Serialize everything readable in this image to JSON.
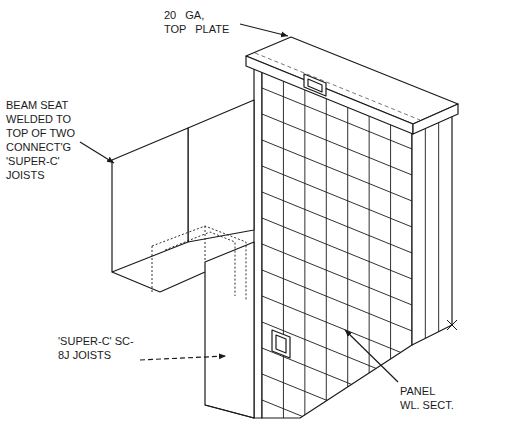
{
  "diagram": {
    "labels": [
      "20 GA, TOP PLATE",
      "BEAM SEAT WELDED TO TOP OF TWO CONNECT'G 'SUPER-C' JOISTS",
      "'SUPER-C' SC-8J JOISTS",
      "PANEL WL. SECT."
    ]
  }
}
